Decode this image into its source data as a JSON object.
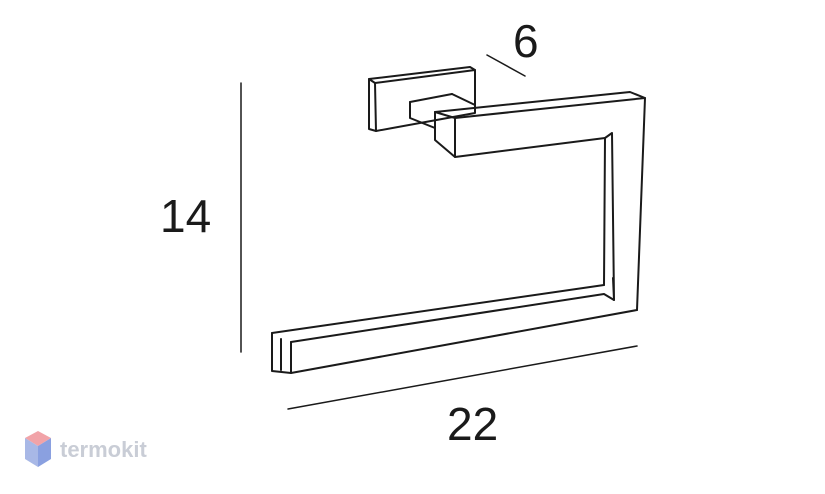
{
  "dimensions": {
    "height": "14",
    "depth": "6",
    "width": "22"
  },
  "brand": {
    "name": "termokit"
  },
  "colors": {
    "line": "#1a1a1a",
    "logo_text": "#c9cdd6",
    "logo_top": "#f1a3a8",
    "logo_left": "#a8b8e6",
    "logo_right": "#8aa0e0"
  }
}
